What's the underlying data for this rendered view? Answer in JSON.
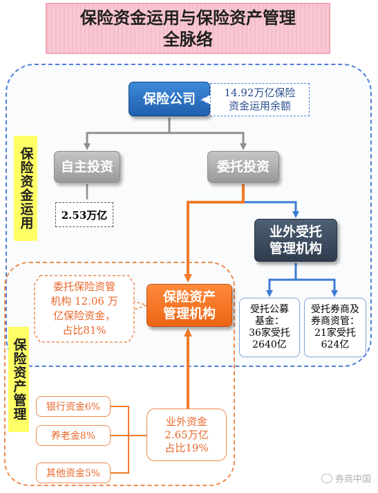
{
  "title": {
    "line1": "保险资金运用与保险资产管理",
    "line2": "全脉络"
  },
  "side_labels": {
    "funds_use": "保险资金运用",
    "asset_mgmt": "保险资产管理"
  },
  "nodes": {
    "insurance_company": "保险公司",
    "self_investment": "自主投资",
    "entrusted_investment": "委托投资",
    "external_institutions": {
      "line1": "业外受托",
      "line2": "管理机构"
    },
    "asset_mgmt_institutions": {
      "line1": "保险资产",
      "line2": "管理机构"
    }
  },
  "notes": {
    "fund_balance": {
      "line1": "14.92万亿保险",
      "line2": "资金运用余额"
    },
    "self_amount": "2.53万亿",
    "entrusted_share": {
      "line1": "委托保险资管",
      "line2": "机构 12.06 万",
      "line3": "亿保险资金，",
      "line4": "占比81%"
    },
    "public_fund": {
      "line1": "受托公募",
      "line2": "基金：",
      "line3": "36家受托",
      "line4": "2640亿"
    },
    "brokerage": {
      "line1": "受托券商及",
      "line2": "券商资管：",
      "line3": "21家受托",
      "line4": "624亿"
    },
    "external_funds": {
      "line1": "业外资金",
      "line2": "2.65万亿",
      "line3": "占比19%"
    }
  },
  "sources": {
    "bank": "银行资金6%",
    "pension": "养老金8%",
    "other": "其他资金5%"
  },
  "watermark": "券商中国",
  "colors": {
    "blue": "#2f6fc4",
    "orange": "#f07a2a",
    "gray": "#b0b0b0",
    "dark": "#3a4759",
    "yellow": "#ffff66"
  }
}
